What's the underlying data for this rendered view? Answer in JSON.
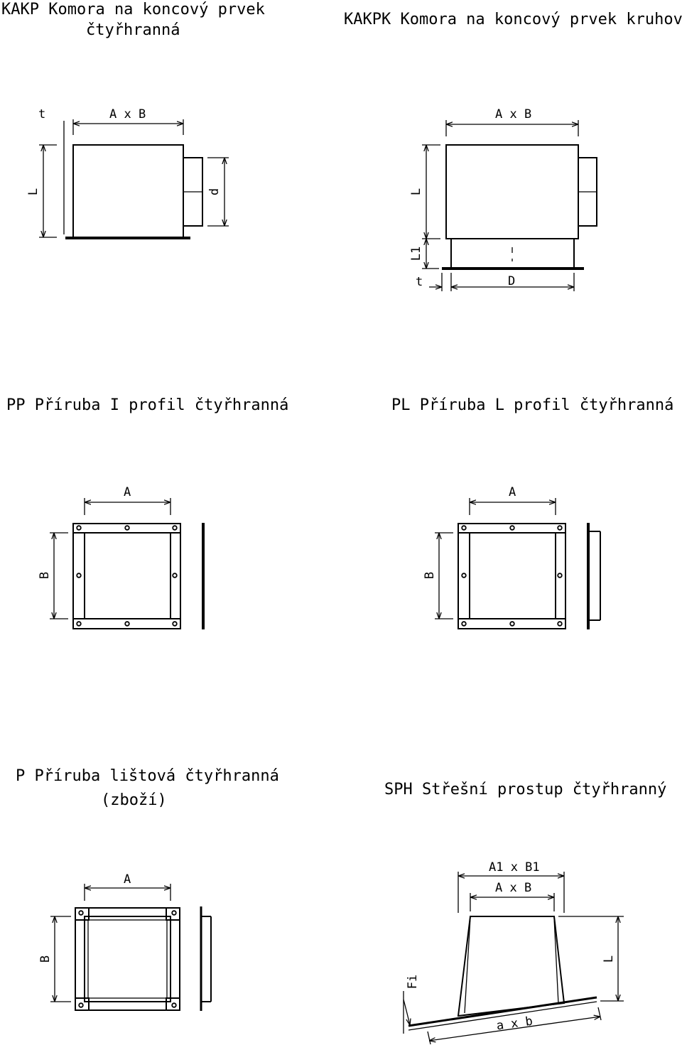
{
  "titles": {
    "kakp_line1": "KAKP Komora na koncový prvek",
    "kakp_line2": "čtyřhranná",
    "kakpk": "KAKPK Komora na koncový prvek kruhový",
    "pp": "PP Příruba I profil čtyřhranná",
    "pl": "PL Příruba L profil čtyřhranná",
    "p_line1": "P Příruba lištová čtyřhranná",
    "p_line2": "(zboží)",
    "sph": "SPH Střešní prostup čtyřhranný"
  },
  "dimensions": {
    "t": "t",
    "axb": "A x B",
    "l": "L",
    "d_small": "d",
    "l1": "L1",
    "d_big": "D",
    "a": "A",
    "b": "B",
    "a1xb1": "A1 x B1",
    "fi": "Fi",
    "axb_lower": "a x b"
  }
}
